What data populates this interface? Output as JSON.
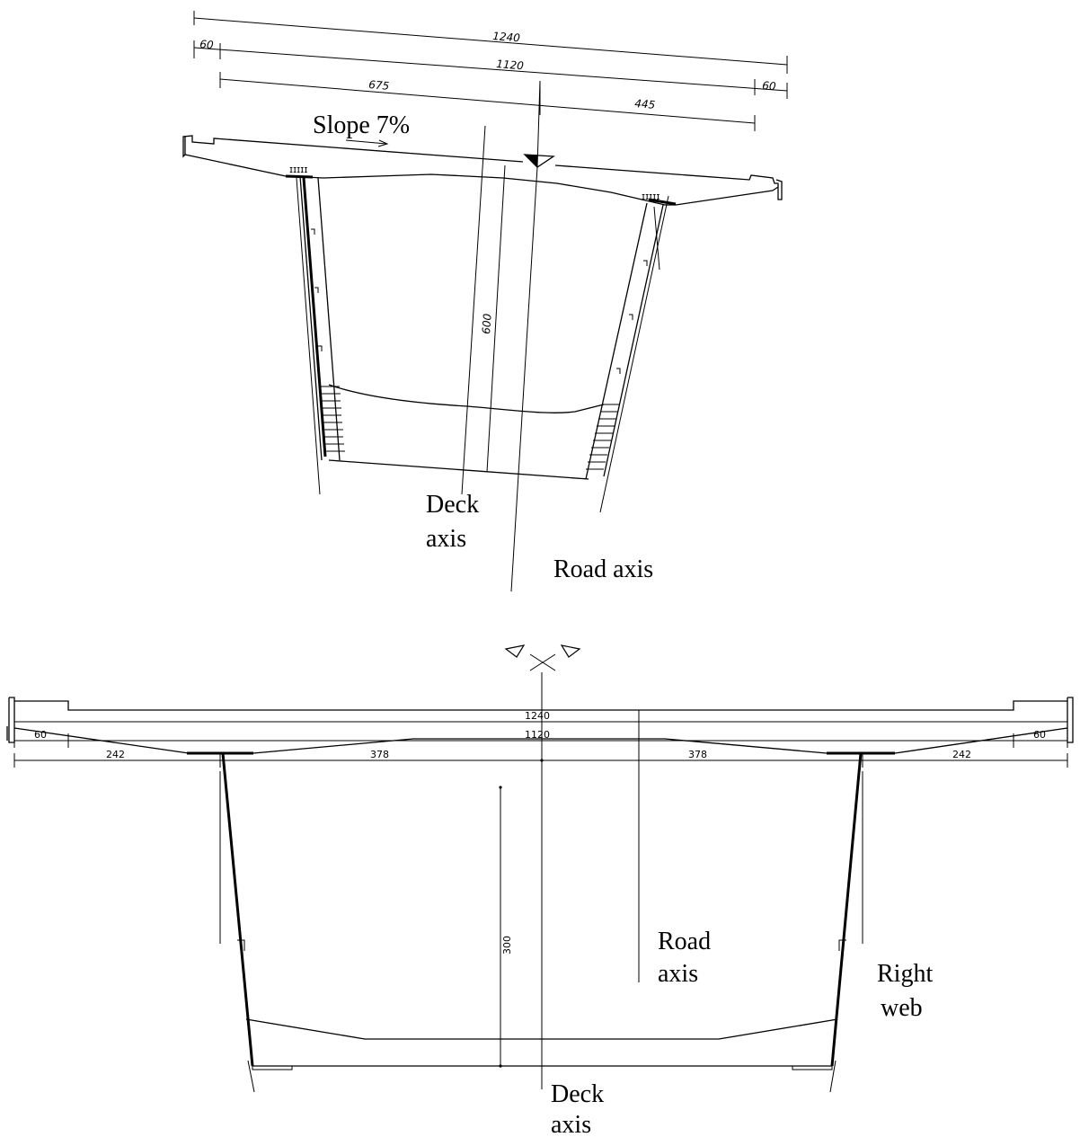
{
  "top_section": {
    "dims": {
      "overall": "1240",
      "left_edge": "60",
      "inner": "1120",
      "right_edge": "60",
      "left_part": "675",
      "right_part": "445",
      "height": "600"
    },
    "labels": {
      "slope": "Slope 7%",
      "deck_axis_1": "Deck",
      "deck_axis_2": "axis",
      "road_axis": "Road axis"
    }
  },
  "bottom_section": {
    "dims": {
      "overall": "1240",
      "left_edge": "60",
      "inner": "1120",
      "right_edge": "60",
      "seg1": "242",
      "seg2": "378",
      "seg3": "378",
      "seg4": "242",
      "height": "300"
    },
    "labels": {
      "road_axis_1": "Road",
      "road_axis_2": "axis",
      "right_web_1": "Right",
      "right_web_2": "web",
      "deck_axis_1": "Deck",
      "deck_axis_2": "axis"
    }
  }
}
